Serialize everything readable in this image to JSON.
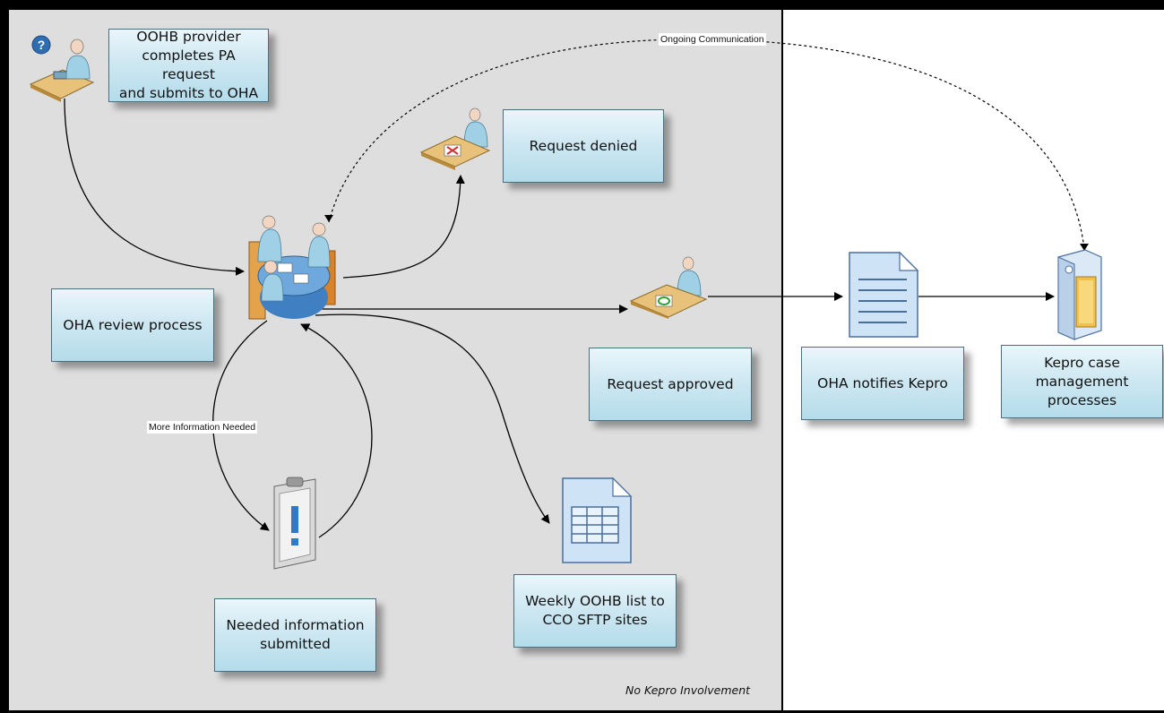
{
  "boxes": {
    "provider": "OOHB provider\ncompletes PA request\nand submits to OHA",
    "denied": "Request denied",
    "review": "OHA review process",
    "approved": "Request approved",
    "notifies": "OHA notifies Kepro",
    "kepro": "Kepro case\nmanagement\nprocesses",
    "needed": "Needed information\nsubmitted",
    "weekly": "Weekly OOHB list to\nCCO SFTP sites"
  },
  "labels": {
    "ongoing": "Ongoing Communication",
    "more_info": "More Information Needed",
    "no_kepro": "No Kepro Involvement"
  },
  "icons": [
    "question-person-desk-icon",
    "meeting-table-icon",
    "denied-person-desk-icon",
    "approved-person-desk-icon",
    "document-icon",
    "server-icon",
    "clipboard-alert-icon",
    "spreadsheet-document-icon"
  ],
  "colors": {
    "left_panel": "#dedede",
    "box_top": "#eaf6fb",
    "box_bottom": "#b4dceb",
    "box_border": "#4a6f7f"
  }
}
